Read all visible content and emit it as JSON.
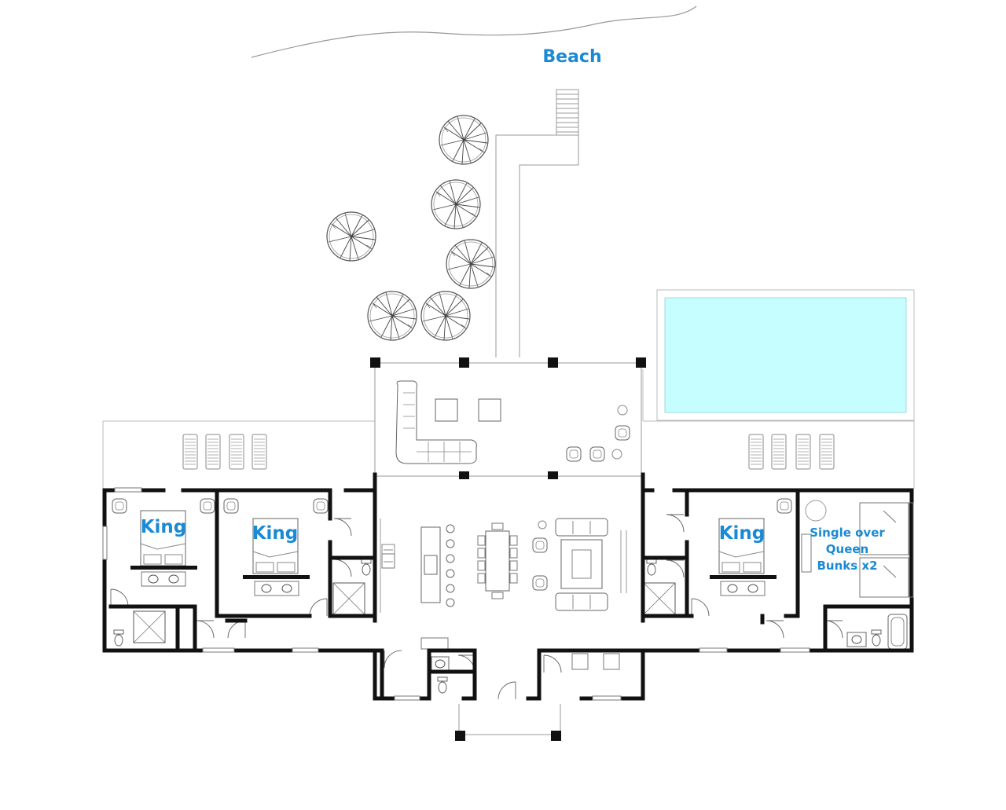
{
  "labels": {
    "beach": "Beach",
    "bedroom_1": "King",
    "bedroom_2": "King",
    "bedroom_3": "King",
    "bedroom_4": [
      "Single over",
      "Queen",
      "Bunks x2"
    ]
  },
  "colors": {
    "label": "#1a8ad4",
    "wall": "#111111",
    "line": "#444444",
    "light_line": "#bbbbbb",
    "pool_water": "#c6fdfe",
    "pool_edge": "#9fdbe2"
  },
  "icons": [
    "palm-tree-icon",
    "lounge-chair-icon",
    "bed-icon",
    "sink-icon",
    "toilet-icon",
    "shower-icon",
    "bathtub-icon",
    "sofa-icon",
    "dining-table-icon",
    "kitchen-island-icon",
    "armchair-icon",
    "door-swing-icon",
    "window-icon"
  ]
}
